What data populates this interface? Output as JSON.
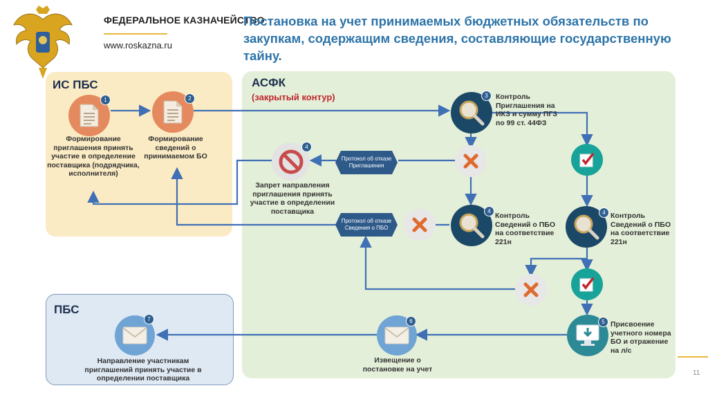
{
  "header": {
    "org_name": "ФЕДЕРАЛЬНОЕ КАЗНАЧЕЙСТВО",
    "website": "www.roskazna.ru",
    "title": "Постановка на учет  принимаемых бюджетных обязательств по закупкам, содержащим сведения, составляющие государственную тайну."
  },
  "panels": {
    "ispbs": "ИС ПБС",
    "asfk": "АСФК",
    "asfk_sub": "(закрытый контур)",
    "pbs": "ПБС"
  },
  "nodes": [
    {
      "num": "1",
      "text": "Формирование приглашения принять участие в определение поставщика (подрядчика, исполнителя)"
    },
    {
      "num": "2",
      "text": "Формирование сведений о принимаемом БО"
    },
    {
      "num": "3",
      "text": "Контроль Приглашения на ИКЗ и сумму ПГЗ по 99 ст. 44ФЗ"
    },
    {
      "num": "4",
      "text": "Запрет направления приглашения принять участие в определении поставщика"
    },
    {
      "num": "4",
      "text": "Контроль Сведений о ПБО на соответствие 221н"
    },
    {
      "num": "4",
      "text": "Контроль Сведений о ПБО на соответствие 221н"
    },
    {
      "num": "5",
      "text": "Присвоение учетного номера БО и отражение на л/с"
    },
    {
      "num": "6",
      "text": "Извещение о постановке на учет"
    },
    {
      "num": "7",
      "text": "Направление участникам приглашений принять участие в определении поставщика"
    }
  ],
  "tags": {
    "refusal_invitation": "Протокол об отказе Приглашения",
    "refusal_pbo": "Протокол об отказе Сведения о ПБО"
  },
  "footer": {
    "page_number": "11"
  },
  "colors": {
    "brand_blue": "#2d74a8",
    "flow_arrow": "#3f6fb5",
    "reject_red": "#c0262e",
    "accept_teal": "#17a39a"
  }
}
